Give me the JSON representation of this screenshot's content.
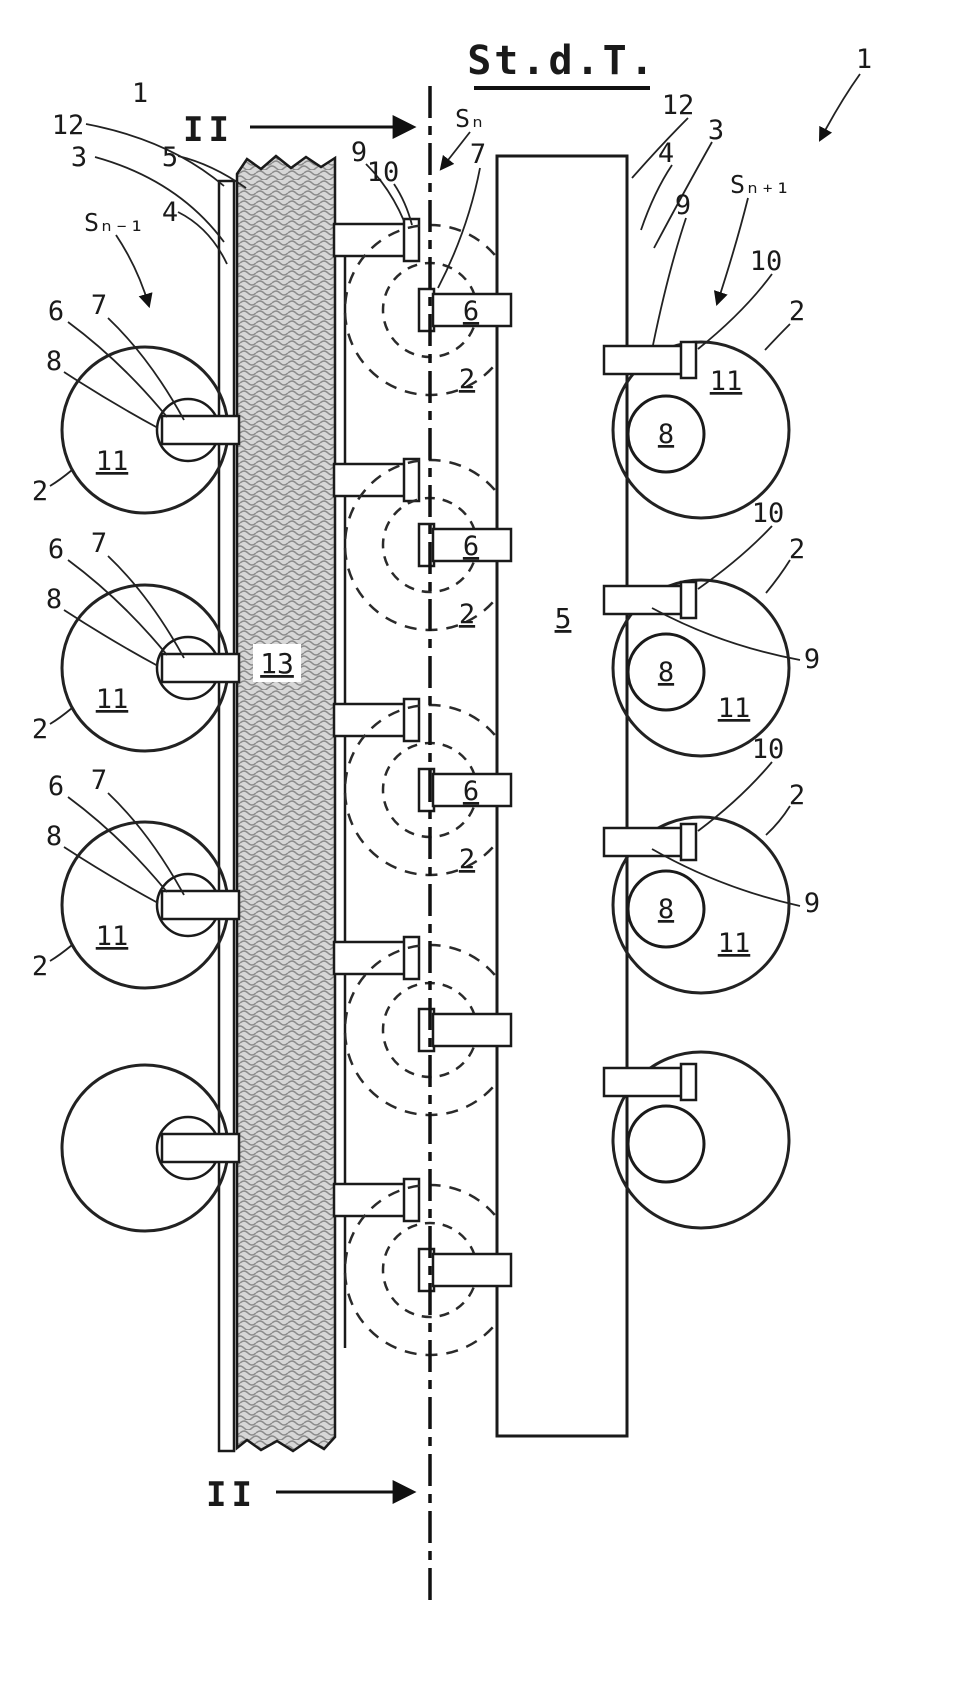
{
  "title": "St.d.T.",
  "section_marker": "II",
  "stations": {
    "previous": "Sₙ₋₁",
    "current": "Sₙ",
    "next": "Sₙ₊₁"
  },
  "refs": {
    "r1": "1",
    "r2": "2",
    "r3": "3",
    "r4": "4",
    "r5": "5",
    "r6": "6",
    "r7": "7",
    "r8": "8",
    "r9": "9",
    "r10": "10",
    "r11": "11",
    "r12": "12",
    "r13": "13"
  },
  "colors": {
    "line": "#1a1a1a",
    "hatch_fill": "#d7d7d7",
    "hatch_stroke": "#8b8b8b"
  }
}
